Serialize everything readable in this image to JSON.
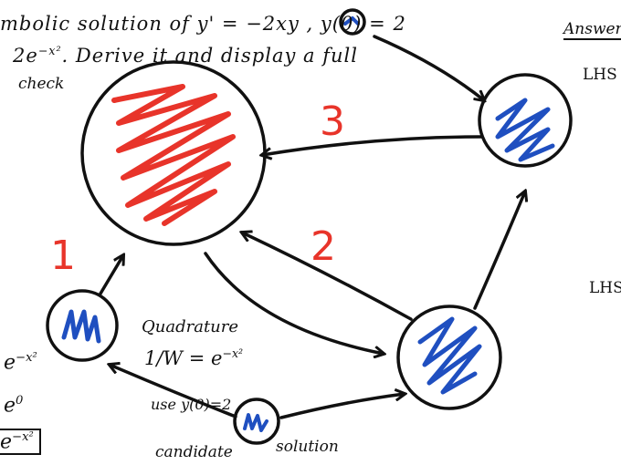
{
  "header": {
    "line1": "mbolic solution of  y' = −2xy , y(0) = 2",
    "line2_coef": "2e",
    "line2_exp": "−x²",
    "line2_rest": ". Derive it and display a full",
    "line3": "check"
  },
  "right_panel": {
    "title": "Answer",
    "lhs_top": "LHS",
    "lhs_bottom": "LHS"
  },
  "step_numbers": {
    "one": "1",
    "two": "2",
    "three": "3"
  },
  "annotations": {
    "quadrature": "Quadrature",
    "w_formula_lhs": "1/W = e",
    "w_formula_exp": "−x²",
    "use_initial": "use y(0)=2",
    "candidate": "candidate",
    "solution": "solution"
  },
  "left_margin": {
    "e1_base": "e",
    "e1_exp": "−x²",
    "e0_base": "e",
    "e0_exp": "0",
    "boxed_base": "e",
    "boxed_exp": "−x²"
  },
  "colors": {
    "ink": "#111111",
    "red": "#e8342a",
    "blue": "#1f4fc0"
  }
}
